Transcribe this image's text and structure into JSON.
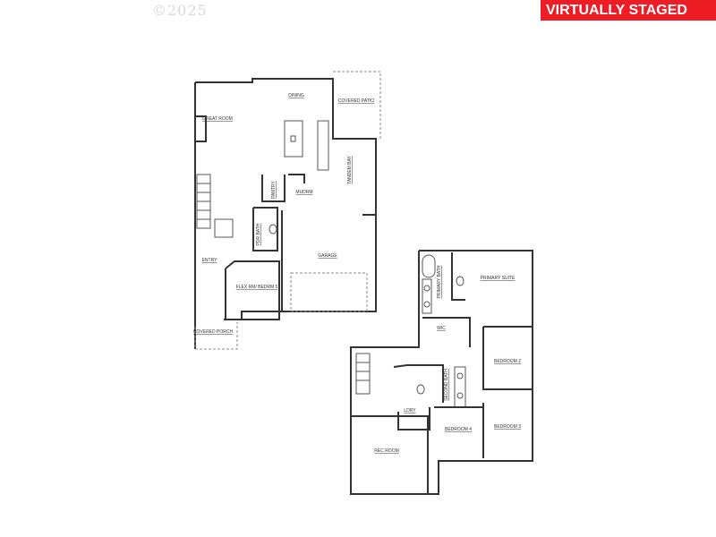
{
  "watermark": {
    "copyright": "©2025"
  },
  "badge": {
    "label": "VIRTUALLY STAGED",
    "color": "#ee1c24"
  },
  "main_floor": {
    "rooms": [
      {
        "id": "dining",
        "label": "DINING"
      },
      {
        "id": "great_room",
        "label": "GREAT ROOM"
      },
      {
        "id": "covered_patio",
        "label": "COVERED PATIO"
      },
      {
        "id": "tandem_bay",
        "label": "TANDEM BAY"
      },
      {
        "id": "pantry",
        "label": "PANTRY"
      },
      {
        "id": "mudrm",
        "label": "MUDRM"
      },
      {
        "id": "pdr_bath",
        "label": "PDR BATH"
      },
      {
        "id": "entry",
        "label": "ENTRY"
      },
      {
        "id": "garage",
        "label": "GARAGE"
      },
      {
        "id": "flex_rm",
        "label": "FLEX RM/ BEDRM 5"
      },
      {
        "id": "covered_porch",
        "label": "COVERED PORCH"
      }
    ]
  },
  "upper_floor": {
    "rooms": [
      {
        "id": "primary_bath",
        "label": "PRIMARY BATH"
      },
      {
        "id": "primary_suite",
        "label": "PRIMARY SUITE"
      },
      {
        "id": "wic",
        "label": "WIC"
      },
      {
        "id": "bedroom_2",
        "label": "BEDROOM 2"
      },
      {
        "id": "second_bath",
        "label": "SECOND BATH"
      },
      {
        "id": "ldry",
        "label": "LDRY"
      },
      {
        "id": "bedroom_4",
        "label": "BEDROOM 4"
      },
      {
        "id": "bedroom_3",
        "label": "BEDROOM 3"
      },
      {
        "id": "rec_room",
        "label": "REC ROOM"
      }
    ]
  }
}
